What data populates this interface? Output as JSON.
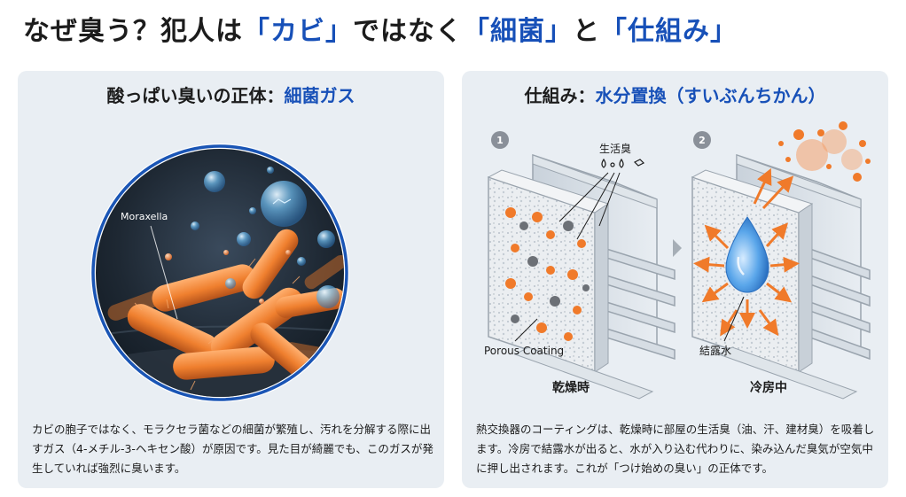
{
  "header": {
    "title_part1": "なぜ臭う？犯人は",
    "title_hl1": "「カビ」",
    "title_part2": "ではなく",
    "title_hl2": "「細菌」",
    "title_part3": "と",
    "title_hl3": "「仕組み」"
  },
  "left_panel": {
    "title_prefix": "酸っぱい臭いの正体：",
    "title_hl": "細菌ガス",
    "bacteria_label": "Moraxella",
    "description": "カビの胞子ではなく、モラクセラ菌などの細菌が繁殖し、汚れを分解する際に出すガス（4-メチル-3-ヘキセン酸）が原因です。見た目が綺麗でも、このガスが発生していれば強烈に臭います。"
  },
  "right_panel": {
    "title_prefix": "仕組み：",
    "title_hl": "水分置換（すいぶんちかん）",
    "step1_number": "1",
    "step2_number": "2",
    "odor_label": "生活臭",
    "coating_label": "Porous Coating",
    "condensation_label": "結露水",
    "state1_label": "乾燥時",
    "state2_label": "冷房中",
    "description": "熱交換器のコーティングは、乾燥時に部屋の生活臭（油、汗、建材臭）を吸着します。冷房で結露水が出ると、水が入り込む代わりに、染み込んだ臭気が空気中に押し出されます。これが「つけ始めの臭い」の正体です。"
  },
  "colors": {
    "accent": "#1750b8",
    "panel_bg": "#e9eef3",
    "bacteria": "#f08a3c",
    "arrow": "#f07a2a",
    "droplet": "#3d8fe0"
  }
}
